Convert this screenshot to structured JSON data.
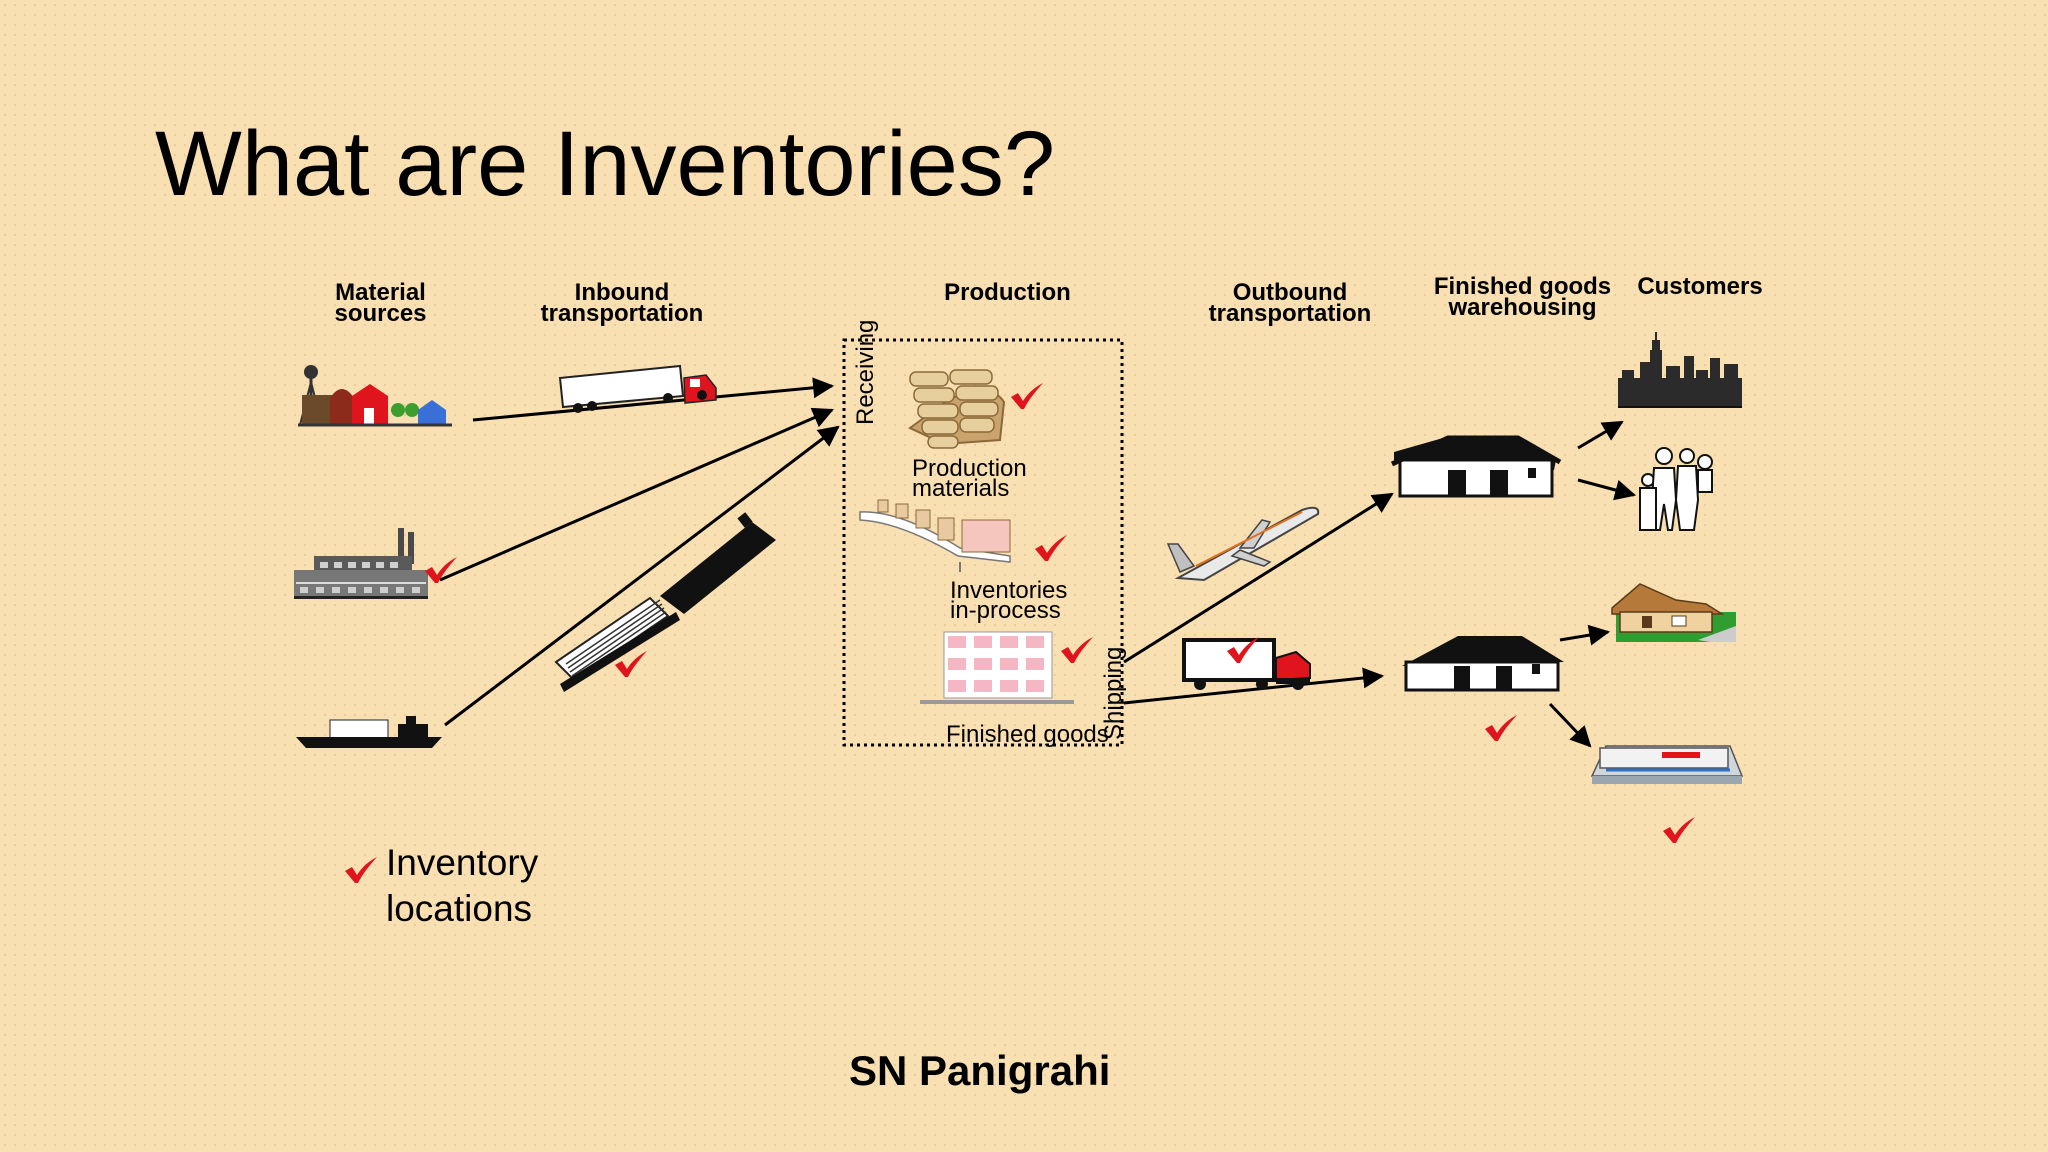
{
  "title": "What are Inventories?",
  "stages": {
    "material_sources": "Material\nsources",
    "inbound_transportation": "Inbound\ntransportation",
    "production": "Production",
    "outbound_transportation": "Outbound\ntransportation",
    "finished_goods_warehousing": "Finished goods\nwarehousing",
    "customers": "Customers"
  },
  "production_box": {
    "receiving": "Receiving",
    "shipping": "Shipping",
    "production_materials": "Production\nmaterials",
    "inventories_in_process": "Inventories\nin-process",
    "finished_goods": "Finished goods"
  },
  "legend": {
    "text": "Inventory\nlocations"
  },
  "footer": "SN Panigrahi",
  "colors": {
    "background": "#f9e0b3",
    "check": "#e0141c",
    "ink": "#000000"
  },
  "icons": [
    "farm-icon",
    "factory-icon",
    "ship-icon",
    "truck-icon",
    "train-icon",
    "cement-bags-icon",
    "conveyor-icon",
    "pallet-icon",
    "airplane-icon",
    "outbound-truck-icon",
    "warehouse-icon",
    "city-icon",
    "family-icon",
    "house-icon",
    "store-icon",
    "check-icon"
  ]
}
